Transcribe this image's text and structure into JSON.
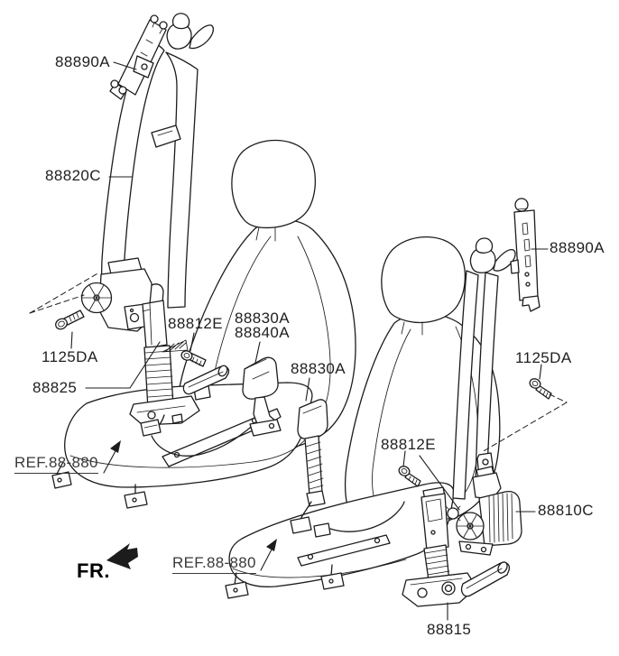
{
  "colors": {
    "background": "#ffffff",
    "line": "#1c1c1c",
    "label": "#1f1f1f",
    "ref": "#3a3a3a"
  },
  "callouts": [
    {
      "part": "height-adjuster-left",
      "text": "88890A"
    },
    {
      "part": "seat-belt-assembly-left",
      "text": "88820C"
    },
    {
      "part": "mounting-bolt-left",
      "text": "1125DA"
    },
    {
      "part": "belt-pretensioner-left",
      "text": "88825"
    },
    {
      "part": "anchor-bolt-left",
      "text": "88812E"
    },
    {
      "part": "buckle-outer",
      "text": "88830A"
    },
    {
      "part": "buckle-inner",
      "text": "88840A"
    },
    {
      "part": "buckle-rear",
      "text": "88830A"
    },
    {
      "part": "height-adjuster-right",
      "text": "88890A"
    },
    {
      "part": "mounting-bolt-right",
      "text": "1125DA"
    },
    {
      "part": "anchor-bolt-right",
      "text": "88812E"
    },
    {
      "part": "belt-retractor-right",
      "text": "88810C"
    },
    {
      "part": "belt-pretensioner-right",
      "text": "88815"
    }
  ],
  "references": [
    {
      "text": "REF.88-880"
    },
    {
      "text": "REF.88-880"
    }
  ],
  "direction": {
    "text": "FR."
  }
}
